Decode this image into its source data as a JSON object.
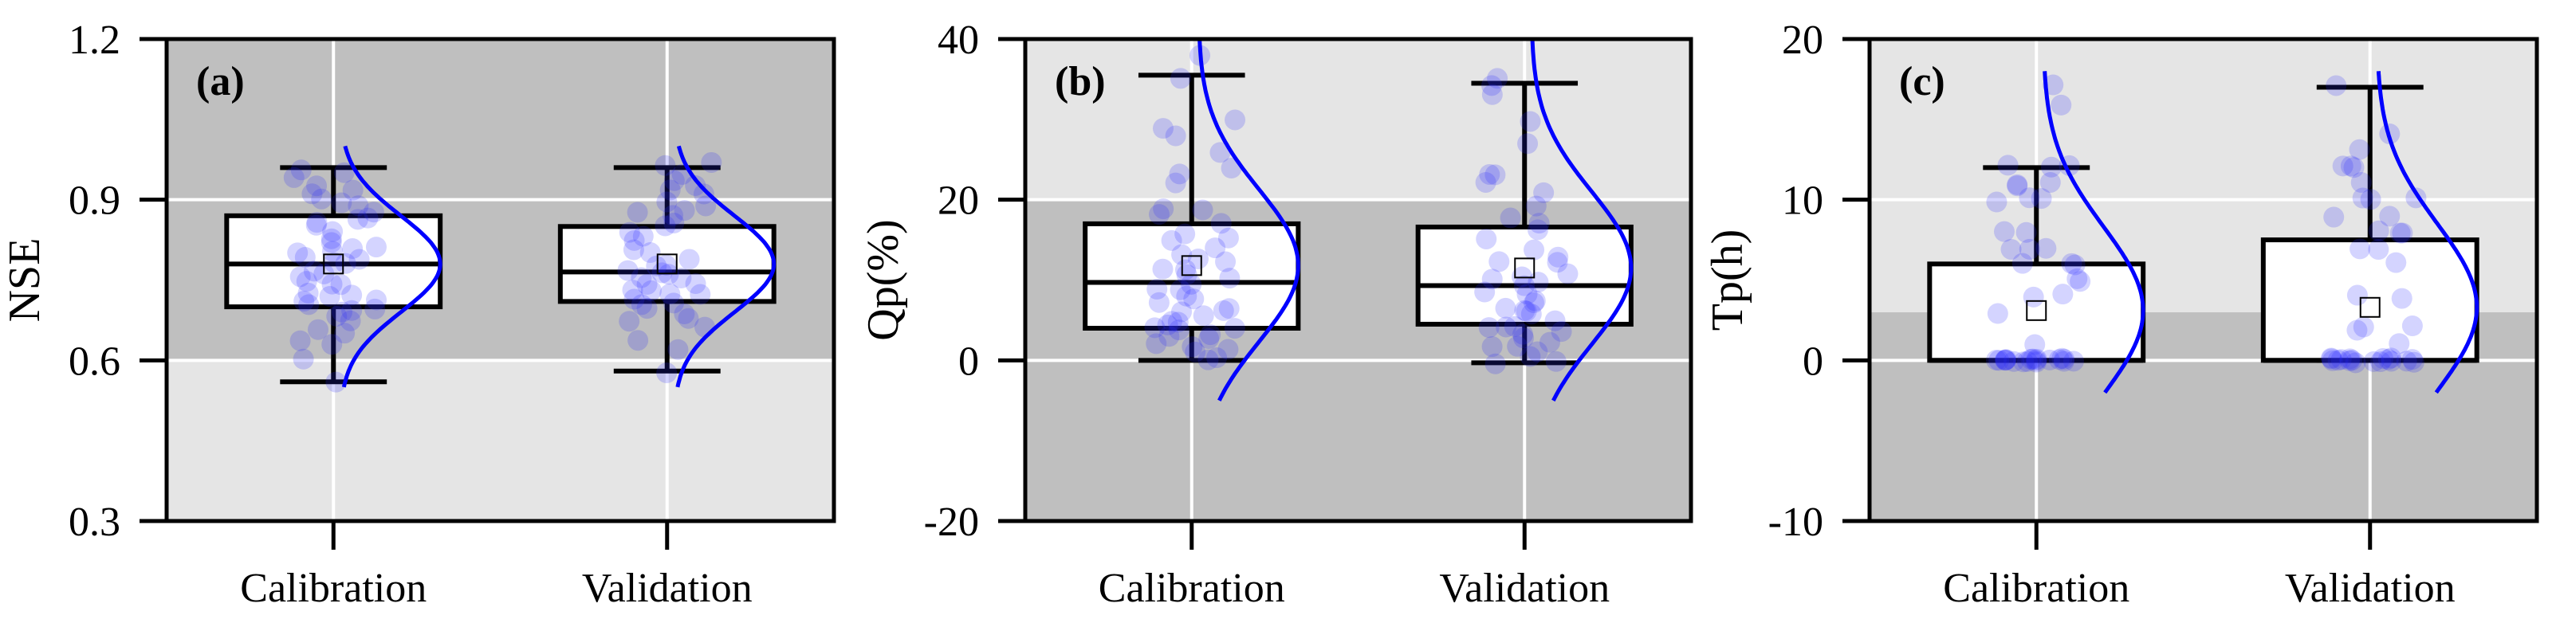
{
  "chart_data": [
    {
      "type": "box",
      "panel_label": "(a)",
      "ylabel": "NSE",
      "ylim": [
        0.3,
        1.2
      ],
      "yticks": [
        "0.3",
        "0.6",
        "0.9",
        "1.2"
      ],
      "ytick_values": [
        0.3,
        0.6,
        0.9,
        1.2
      ],
      "categories": [
        "Calibration",
        "Validation"
      ],
      "background_bands": [
        {
          "from": 0.3,
          "to": 0.6,
          "color": "#e5e5e5"
        },
        {
          "from": 0.6,
          "to": 1.2,
          "color": "#bfbfbf"
        }
      ],
      "boxes": [
        {
          "whisker_low": 0.56,
          "q1": 0.7,
          "median": 0.78,
          "q3": 0.87,
          "whisker_high": 0.96,
          "mean": 0.78
        },
        {
          "whisker_low": 0.58,
          "q1": 0.71,
          "median": 0.765,
          "q3": 0.85,
          "whisker_high": 0.96,
          "mean": 0.78
        }
      ],
      "normal_curves": [
        {
          "mean": 0.78,
          "sd": 0.09,
          "range": [
            0.55,
            1.0
          ]
        },
        {
          "mean": 0.78,
          "sd": 0.09,
          "range": [
            0.55,
            1.0
          ]
        }
      ],
      "points": [
        [
          0.56,
          0.6,
          0.63,
          0.64,
          0.65,
          0.66,
          0.67,
          0.68,
          0.69,
          0.69,
          0.7,
          0.7,
          0.71,
          0.71,
          0.72,
          0.72,
          0.73,
          0.74,
          0.74,
          0.75,
          0.76,
          0.76,
          0.77,
          0.78,
          0.78,
          0.79,
          0.79,
          0.8,
          0.8,
          0.81,
          0.81,
          0.82,
          0.83,
          0.84,
          0.85,
          0.86,
          0.86,
          0.87,
          0.88,
          0.89,
          0.89,
          0.9,
          0.91,
          0.92,
          0.93,
          0.94,
          0.95,
          0.96
        ],
        [
          0.58,
          0.62,
          0.64,
          0.66,
          0.67,
          0.68,
          0.69,
          0.7,
          0.7,
          0.71,
          0.71,
          0.72,
          0.72,
          0.73,
          0.73,
          0.74,
          0.74,
          0.75,
          0.75,
          0.76,
          0.76,
          0.77,
          0.78,
          0.78,
          0.79,
          0.8,
          0.81,
          0.82,
          0.83,
          0.84,
          0.85,
          0.86,
          0.87,
          0.88,
          0.88,
          0.89,
          0.9,
          0.91,
          0.92,
          0.93,
          0.94,
          0.95,
          0.96,
          0.97
        ]
      ]
    },
    {
      "type": "box",
      "panel_label": "(b)",
      "ylabel": "Qp(%)",
      "ylim": [
        -20,
        40
      ],
      "yticks": [
        "-20",
        "0",
        "20",
        "40"
      ],
      "ytick_values": [
        -20,
        0,
        20,
        40
      ],
      "categories": [
        "Calibration",
        "Validation"
      ],
      "background_bands": [
        {
          "from": -20,
          "to": 20,
          "color": "#bfbfbf"
        },
        {
          "from": 20,
          "to": 40,
          "color": "#e5e5e5"
        }
      ],
      "boxes": [
        {
          "whisker_low": 0,
          "q1": 4,
          "median": 9.7,
          "q3": 17,
          "whisker_high": 35.5,
          "mean": 11.8
        },
        {
          "whisker_low": -0.3,
          "q1": 4.5,
          "median": 9.3,
          "q3": 16.6,
          "whisker_high": 34.5,
          "mean": 11.5
        }
      ],
      "normal_curves": [
        {
          "mean": 11.8,
          "sd": 9.5,
          "range": [
            -5,
            40
          ]
        },
        {
          "mean": 11.5,
          "sd": 9.5,
          "range": [
            -5,
            40
          ]
        }
      ],
      "points": [
        [
          0,
          0.5,
          1,
          1.5,
          2,
          2,
          2.5,
          3,
          3,
          3.5,
          4,
          4,
          4.5,
          5,
          5,
          5.5,
          6,
          6,
          6.5,
          7,
          7.5,
          8,
          8.5,
          9,
          9.5,
          10,
          10.5,
          11,
          11.5,
          12,
          12.5,
          13,
          14,
          15,
          15.5,
          16,
          17,
          18,
          19,
          19,
          22,
          23,
          24,
          26,
          28,
          29,
          30,
          35,
          38
        ],
        [
          -0.5,
          0,
          0.5,
          1,
          1.5,
          2,
          2.5,
          3,
          3,
          3.5,
          4,
          4,
          4.5,
          5,
          5.5,
          6,
          6,
          6.5,
          7,
          7.5,
          8,
          8.5,
          9,
          9.5,
          10,
          10.5,
          11,
          12,
          12.5,
          13,
          14,
          15,
          16,
          17,
          18,
          19,
          21,
          22,
          23,
          23,
          27,
          30,
          33,
          34,
          35
        ]
      ]
    },
    {
      "type": "box",
      "panel_label": "(c)",
      "ylabel": "Tp(h)",
      "ylim": [
        -10,
        20
      ],
      "yticks": [
        "-10",
        "0",
        "10",
        "20"
      ],
      "ytick_values": [
        -10,
        0,
        10,
        20
      ],
      "categories": [
        "Calibration",
        "Validation"
      ],
      "background_bands": [
        {
          "from": -10,
          "to": 3,
          "color": "#bfbfbf"
        },
        {
          "from": 3,
          "to": 20,
          "color": "#e5e5e5"
        }
      ],
      "boxes": [
        {
          "whisker_low": 0,
          "q1": 0,
          "median": 0,
          "q3": 6,
          "whisker_high": 12,
          "mean": 3.1
        },
        {
          "whisker_low": 0,
          "q1": 0,
          "median": 0,
          "q3": 7.5,
          "whisker_high": 17,
          "mean": 3.3
        }
      ],
      "normal_curves": [
        {
          "mean": 3.1,
          "sd": 5.2,
          "range": [
            -2,
            18
          ]
        },
        {
          "mean": 3.3,
          "sd": 5.2,
          "range": [
            -2,
            18
          ]
        }
      ],
      "points": [
        [
          0,
          0,
          0,
          0,
          0,
          0,
          0,
          0,
          0,
          0,
          0,
          0,
          0,
          0,
          0,
          0,
          0,
          0,
          0,
          0,
          1,
          3,
          4,
          4,
          5,
          5,
          6,
          6,
          6,
          7,
          7,
          7,
          8,
          8,
          10,
          10,
          10,
          11,
          11,
          11,
          12,
          12,
          12,
          16,
          17
        ],
        [
          0,
          0,
          0,
          0,
          0,
          0,
          0,
          0,
          0,
          0,
          0,
          0,
          0,
          0,
          0,
          0,
          0,
          0,
          1,
          2,
          2,
          2,
          4,
          4,
          6,
          7,
          7,
          8,
          8,
          8,
          9,
          9,
          10,
          10,
          10,
          11,
          12,
          12,
          12,
          13,
          14,
          17
        ]
      ]
    }
  ]
}
